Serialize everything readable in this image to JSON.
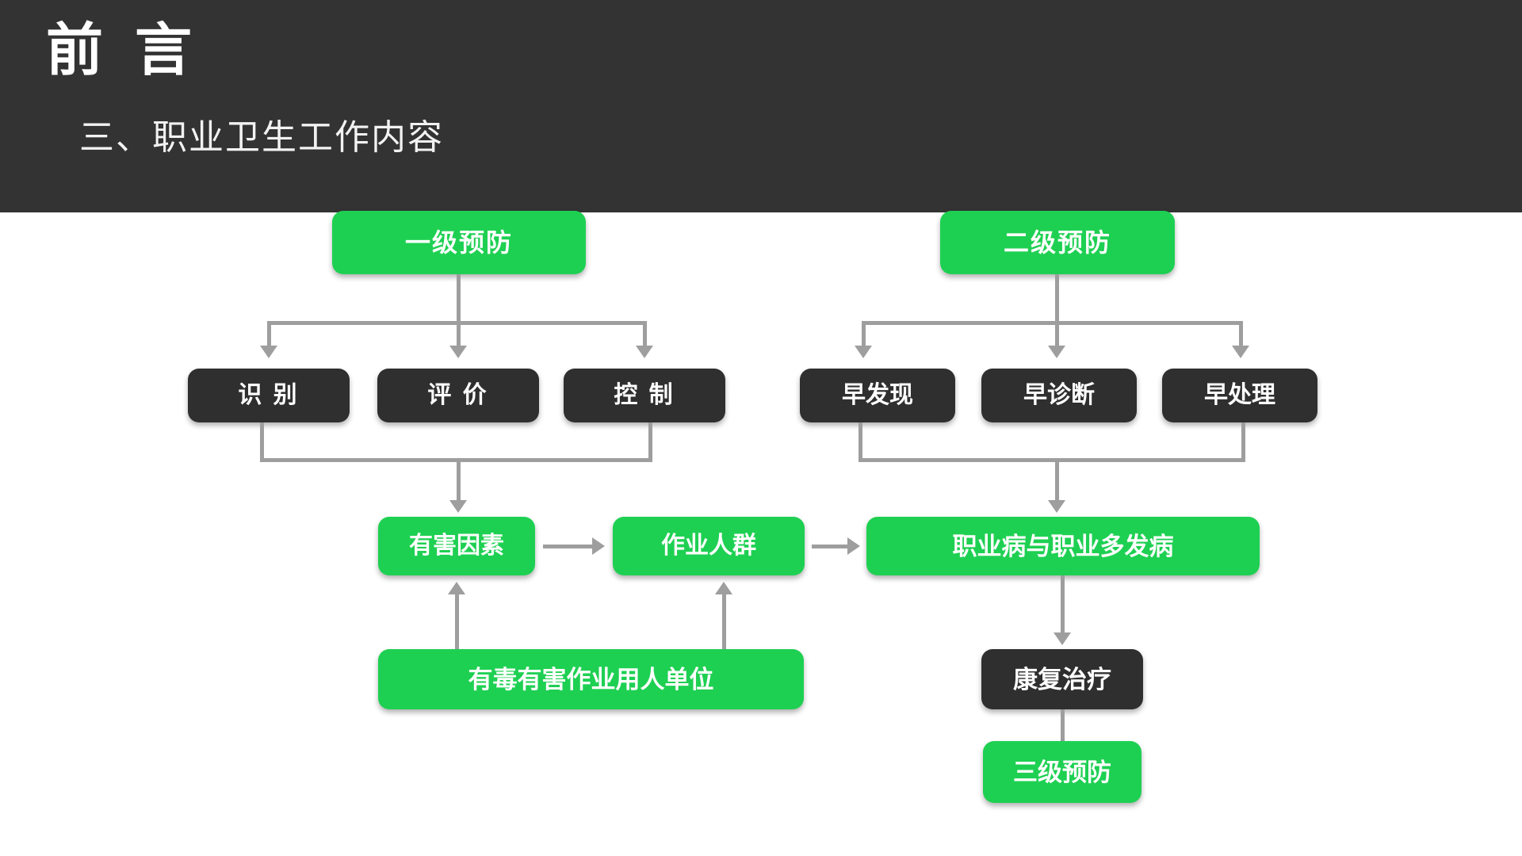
{
  "slide": {
    "title": "前 言",
    "subtitle": "三、职业卫生工作内容",
    "colors": {
      "header_background": "#333333",
      "header_text": "#ffffff",
      "canvas_background": "#ffffff",
      "green_node": "#1ED052",
      "dark_node": "#2F2F2F",
      "node_text": "#ffffff",
      "connector": "#9E9E9E"
    }
  },
  "diagram": {
    "type": "flowchart",
    "nodes": {
      "primary_prevention": {
        "label": "一级预防",
        "style": "green"
      },
      "identify": {
        "label": "识 别",
        "style": "dark"
      },
      "evaluate": {
        "label": "评 价",
        "style": "dark"
      },
      "control": {
        "label": "控 制",
        "style": "dark"
      },
      "secondary_prevention": {
        "label": "二级预防",
        "style": "green"
      },
      "early_detection": {
        "label": "早发现",
        "style": "dark"
      },
      "early_diagnosis": {
        "label": "早诊断",
        "style": "dark"
      },
      "early_treatment": {
        "label": "早处理",
        "style": "dark"
      },
      "harmful_factors": {
        "label": "有害因素",
        "style": "green"
      },
      "working_population": {
        "label": "作业人群",
        "style": "green"
      },
      "occupational_disease": {
        "label": "职业病与职业多发病",
        "style": "green"
      },
      "employer_unit": {
        "label": "有毒有害作业用人单位",
        "style": "green"
      },
      "rehabilitation": {
        "label": "康复治疗",
        "style": "dark"
      },
      "tertiary_prevention": {
        "label": "三级预防",
        "style": "green"
      }
    },
    "edges": [
      {
        "from": "primary_prevention",
        "to": "identify"
      },
      {
        "from": "primary_prevention",
        "to": "evaluate"
      },
      {
        "from": "primary_prevention",
        "to": "control"
      },
      {
        "from": "identify",
        "to": "harmful_factors"
      },
      {
        "from": "control",
        "to": "harmful_factors"
      },
      {
        "from": "secondary_prevention",
        "to": "early_detection"
      },
      {
        "from": "secondary_prevention",
        "to": "early_diagnosis"
      },
      {
        "from": "secondary_prevention",
        "to": "early_treatment"
      },
      {
        "from": "early_detection",
        "to": "occupational_disease"
      },
      {
        "from": "early_treatment",
        "to": "occupational_disease"
      },
      {
        "from": "harmful_factors",
        "to": "working_population"
      },
      {
        "from": "working_population",
        "to": "occupational_disease"
      },
      {
        "from": "employer_unit",
        "to": "harmful_factors"
      },
      {
        "from": "employer_unit",
        "to": "working_population"
      },
      {
        "from": "occupational_disease",
        "to": "rehabilitation"
      },
      {
        "from": "rehabilitation",
        "to": "tertiary_prevention"
      }
    ]
  }
}
